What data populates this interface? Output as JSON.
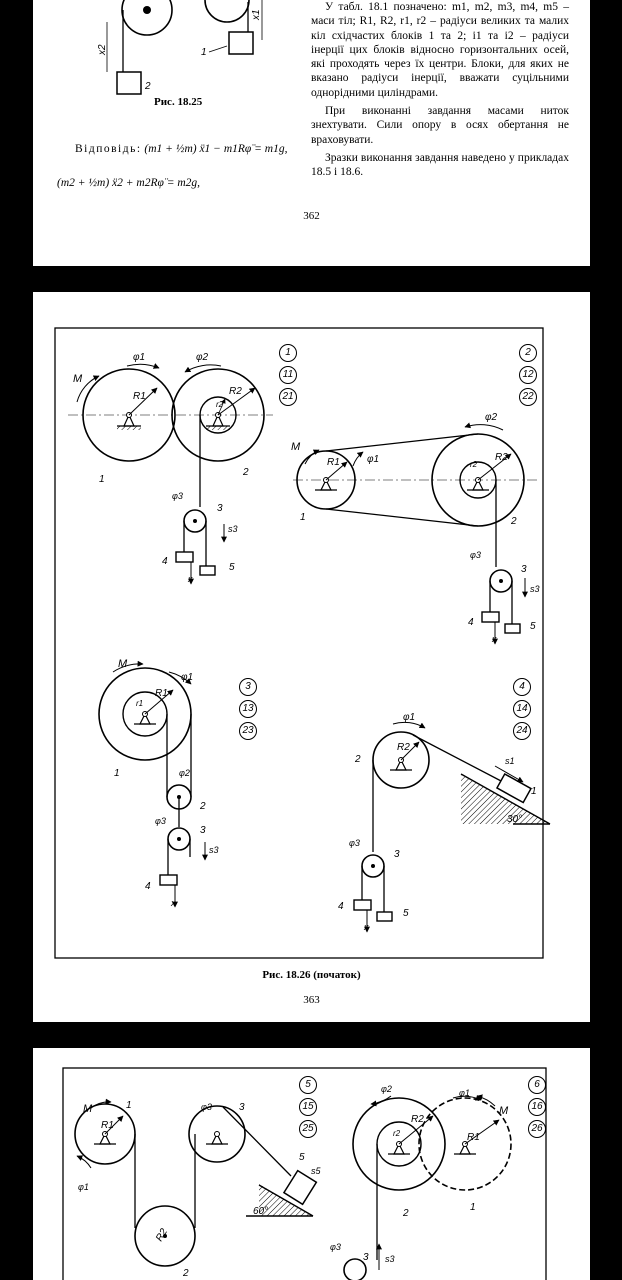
{
  "page1": {
    "right_paragraphs": [
      "У табл. 18.1 позначено: m1, m2, m3, m4, m5 – маси тіл; R1, R2, r1, r2 – радіуси великих та малих кіл східчастих блоків 1 та 2; i1 та i2 – радіуси інерції цих блоків відносно горизонтальних осей, які проходять через їх центри. Блоки, для яких не вказано радіуси інерції, вважати суцільними однорідними циліндрами.",
      "При виконанні завдання масами ниток знехтувати. Сили опору в осях обертання не враховувати.",
      "Зразки виконання завдання наведено у прикладах 18.5 і 18.6."
    ],
    "caption": "Рис. 18.25",
    "answer_label": "Відповідь:",
    "answer_line1": "(m1 + ½m) ẍ1 − m1Rφ̈ = m1g,",
    "answer_line2": "(m2 + ½m) ẍ2 + m2Rφ̈ = m2g,",
    "page_number": "362"
  },
  "page2": {
    "caption": "Рис. 18.26 (початок)",
    "page_number": "363",
    "variant_groups": [
      [
        "1",
        "11",
        "21"
      ],
      [
        "2",
        "12",
        "22"
      ],
      [
        "3",
        "13",
        "23"
      ],
      [
        "4",
        "14",
        "24"
      ]
    ],
    "angle_labels": [
      "30°"
    ]
  },
  "page3": {
    "variant_groups": [
      [
        "5",
        "15",
        "25"
      ],
      [
        "6",
        "16",
        "26"
      ]
    ],
    "angle_labels": [
      "60°"
    ]
  }
}
